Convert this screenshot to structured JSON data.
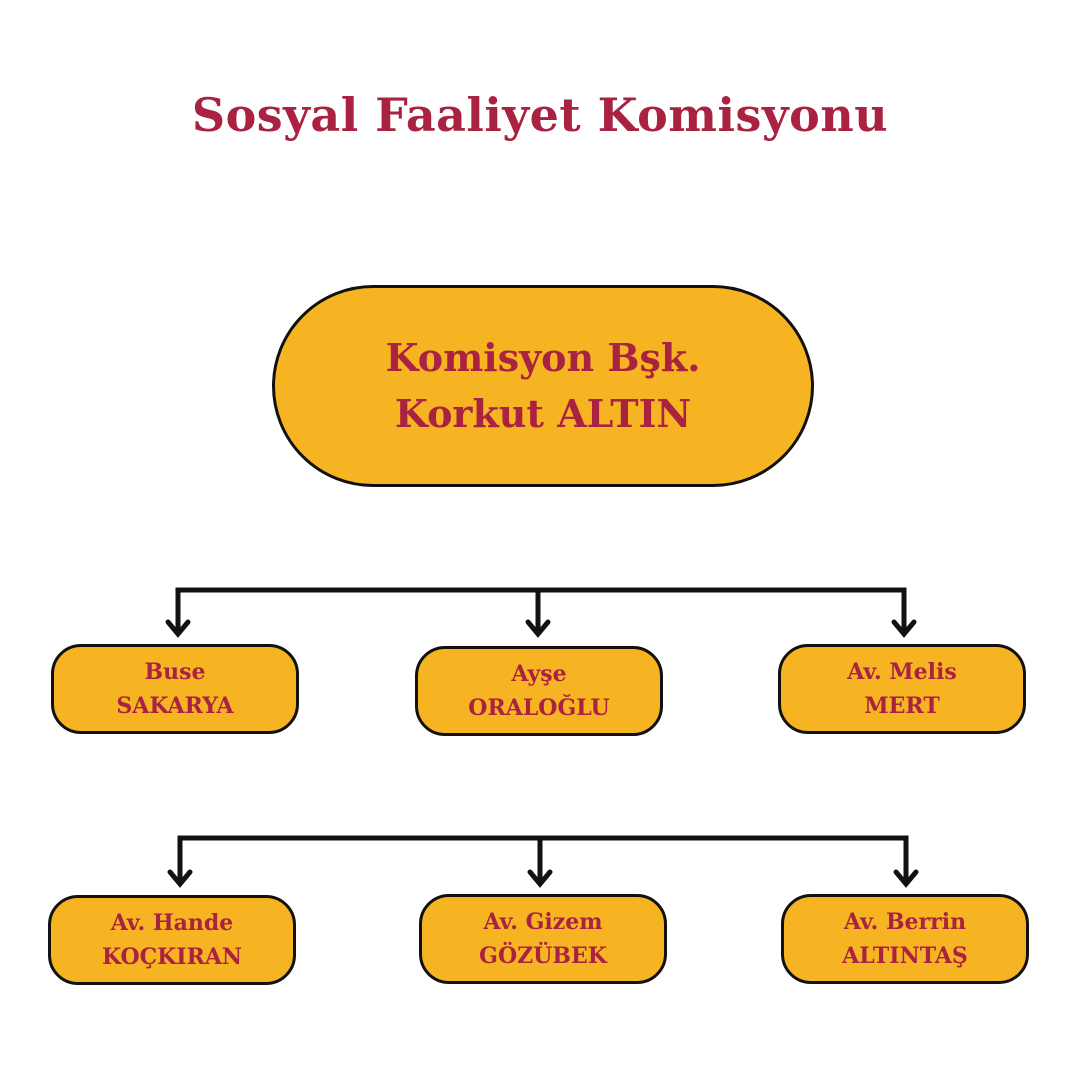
{
  "title": "Sosyal Faaliyet Komisyonu",
  "head": {
    "line1": "Komisyon Bşk.",
    "line2": "Korkut ALTIN"
  },
  "members": [
    {
      "first": "Buse",
      "last": "SAKARYA"
    },
    {
      "first": "Ayşe",
      "last": "ORALOĞLU"
    },
    {
      "first": "Av. Melis",
      "last": "MERT"
    },
    {
      "first": "Av. Hande",
      "last": "KOÇKIRAN"
    },
    {
      "first": "Av. Gizem",
      "last": "GÖZÜBEK"
    },
    {
      "first": "Av. Berrin",
      "last": "ALTINTAŞ"
    }
  ],
  "colors": {
    "text": "#a92241",
    "node_fill": "#f6b322",
    "outline": "#111111",
    "background": "#ffffff"
  }
}
